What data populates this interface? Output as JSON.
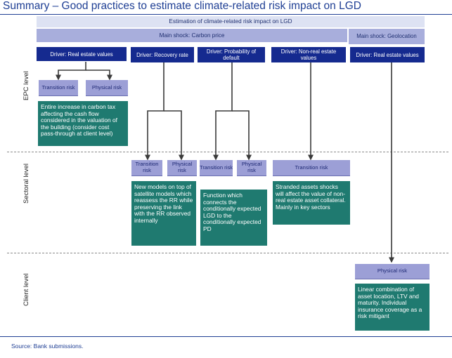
{
  "title": "Summary – Good practices to estimate climate-related risk impact on LGD",
  "header": "Estimation of climate-related risk impact on LGD",
  "shocks": {
    "carbon": "Main shock: Carbon price",
    "geo": "Main shock: Geolocation"
  },
  "drivers": {
    "real_estate": "Driver: Real estate values",
    "recovery": "Driver: Recovery rate",
    "pd": "Driver: Probability of default",
    "non_real_estate": "Driver: Non-real estate values",
    "real_estate_geo": "Driver: Real estate values"
  },
  "levels": {
    "epc": "EPC level",
    "sectoral": "Sectoral level",
    "client": "Client level"
  },
  "risks": {
    "transition": "Transition risk",
    "physical": "Physical risk"
  },
  "notes": {
    "epc": "Entire increase in carbon tax affecting the cash flow considered in the valuation of the building (consider cost pass-through at client level)",
    "recovery": "New models on top of satellite models which reassess the RR while preserving the link with the RR observed internally",
    "pd": "Function which connects the conditionally expected LGD to the conditionally expected PD",
    "non_real_estate": "Stranded assets shocks will affect the value of non-real estate asset collateral. Mainly in key sectors",
    "geo": "Linear combination of asset location, LTV and maturity. Individual insurance coverage as a risk mitigant"
  },
  "source": "Source: Bank submissions."
}
